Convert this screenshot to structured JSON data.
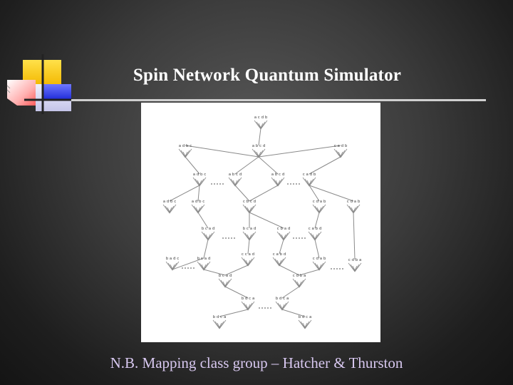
{
  "slide": {
    "title": "Spin Network Quantum Simulator",
    "caption": "N.B. Mapping class group – Hatcher & Thurston"
  },
  "figure": {
    "node_labels": [
      "a c d b",
      "a d b c",
      "a b c d",
      "c a d b",
      "a d b c",
      "a b c d",
      "a b c d",
      "c a d b",
      "a d b c",
      "a d b c",
      "c b c d",
      "c d a b",
      "c d a b",
      "b c a d",
      "b c a d",
      "c b a d",
      "c a b d",
      "b a d c",
      "b c a d",
      "c c a d",
      "c a b d",
      "c d a b",
      "c d b a",
      "b c a d",
      "c d b a",
      "b d c a",
      "b d c a",
      "b d c a",
      "b d c a"
    ]
  }
}
